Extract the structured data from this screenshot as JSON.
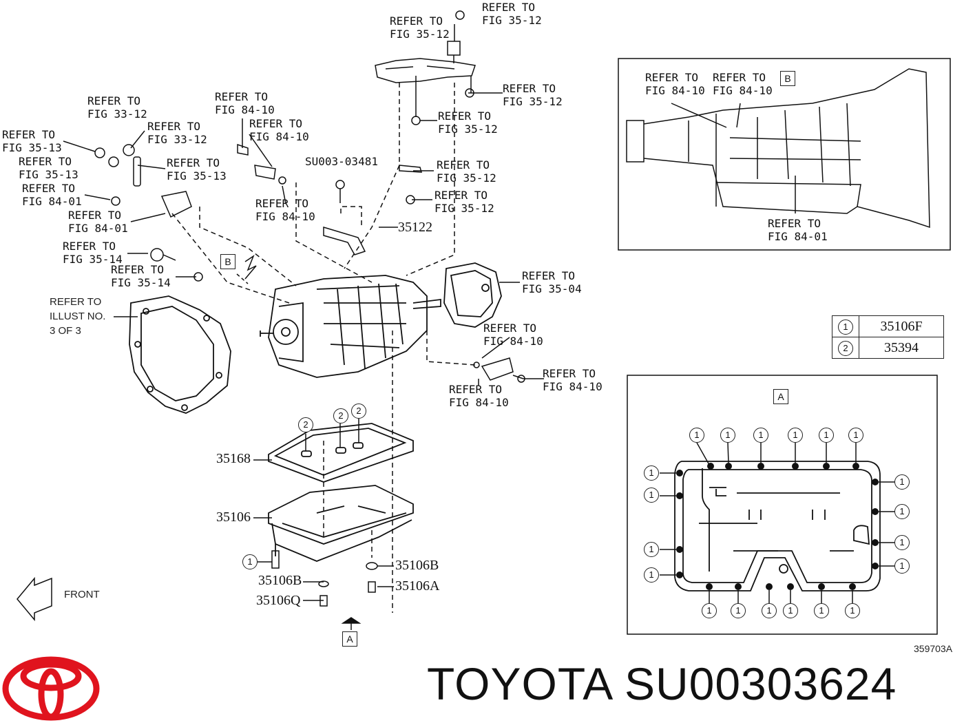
{
  "labels": {
    "refer_35_12_top_right": "REFER TO\nFIG 35-12",
    "refer_35_12_top_left": "REFER TO\nFIG 35-12",
    "refer_35_12_mid1": "REFER TO\nFIG 35-12",
    "refer_35_12_mid2": "REFER TO\nFIG 35-12",
    "refer_35_12_mid3": "REFER TO\nFIG 35-12",
    "refer_35_12_mid4": "REFER TO\nFIG 35-12",
    "refer_33_12_a": "REFER TO\nFIG 33-12",
    "refer_33_12_b": "REFER TO\nFIG 33-12",
    "refer_84_10_a": "REFER TO\nFIG 84-10",
    "refer_84_10_b": "REFER TO\nFIG 84-10",
    "refer_84_10_c": "REFER TO\nFIG 84-10",
    "refer_35_13_a": "REFER TO\nFIG 35-13",
    "refer_35_13_b": "REFER TO\nFIG 35-13",
    "refer_35_13_c": "REFER TO\nFIG 35-13",
    "refer_84_01_a": "REFER TO\nFIG 84-01",
    "refer_84_01_b": "REFER TO\nFIG 84-01",
    "refer_35_14_a": "REFER TO\nFIG 35-14",
    "refer_35_14_b": "REFER TO\nFIG 35-14",
    "refer_35_04": "REFER TO\nFIG 35-04",
    "refer_84_10_d": "REFER TO\nFIG 84-10",
    "refer_84_10_e": "REFER TO\nFIG 84-10",
    "refer_84_10_f": "REFER TO\nFIG 84-10",
    "refer_illust": "REFER TO\nILLUST NO.\n3 OF 3",
    "inset_refer_84_10_a": "REFER TO\nFIG 84-10",
    "inset_refer_84_10_b": "REFER TO\nFIG 84-10",
    "inset_refer_84_01": "REFER TO\nFIG 84-01",
    "su_code": "SU003-03481",
    "front": "FRONT"
  },
  "parts": {
    "p35122": "35122",
    "p35168": "35168",
    "p35106": "35106",
    "p35106B_a": "35106B",
    "p35106B_b": "35106B",
    "p35106Q": "35106Q",
    "p35106A": "35106A"
  },
  "markers": {
    "box_a_bottom": "A",
    "box_b_main": "B",
    "box_b_inset": "B",
    "box_a_inset": "A",
    "circle_one": "1",
    "circle_two": "2"
  },
  "legend": [
    {
      "num": "1",
      "part": "35106F"
    },
    {
      "num": "2",
      "part": "35394"
    }
  ],
  "footer": {
    "brand_text": "TOYOTA SU00303624",
    "figure_code": "359703A",
    "logo_name": "TOYOTA"
  },
  "colors": {
    "logo_red": "#e0141e",
    "line": "#111111"
  }
}
